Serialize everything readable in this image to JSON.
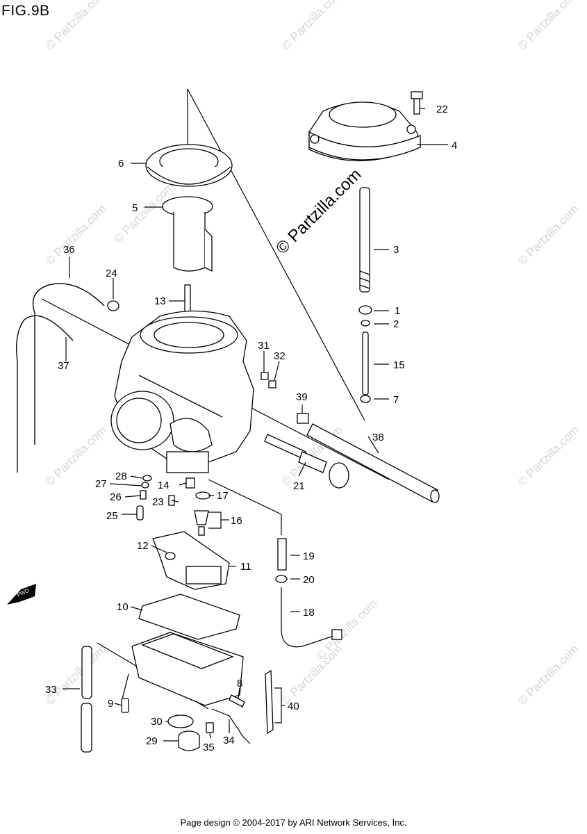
{
  "figure": {
    "title": "FIG.9B"
  },
  "footer": "Page design © 2004-2017 by ARI Network Services, Inc.",
  "watermark": {
    "main": "© Partzilla.com",
    "faint": "© Partzilla.com"
  },
  "fwd_label": "FWD",
  "callouts": [
    "1",
    "2",
    "3",
    "4",
    "5",
    "6",
    "7",
    "8",
    "9",
    "10",
    "11",
    "12",
    "13",
    "14",
    "15",
    "16",
    "17",
    "18",
    "19",
    "20",
    "21",
    "22",
    "23",
    "24",
    "25",
    "26",
    "27",
    "28",
    "29",
    "30",
    "31",
    "32",
    "33",
    "34",
    "35",
    "36",
    "37",
    "38",
    "39",
    "40"
  ]
}
